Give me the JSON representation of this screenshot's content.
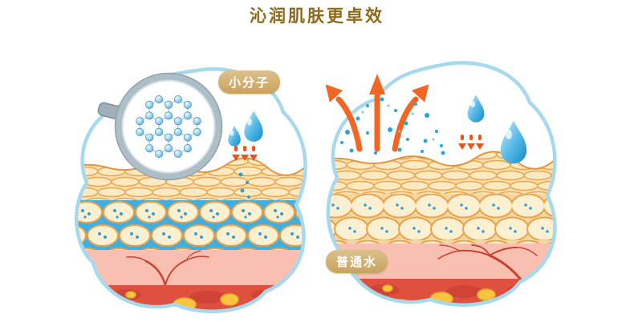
{
  "page": {
    "title": "沁润肌肤更卓效"
  },
  "panels": {
    "left": {
      "badge": "小分子",
      "features": [
        "magnifier-molecules-icon",
        "water-drop-icon",
        "absorption-arrows-icon"
      ]
    },
    "right": {
      "badge": "普通水",
      "features": [
        "evaporation-arrows-icon",
        "water-mist-dots",
        "water-drop-icon",
        "absorption-arrows-icon"
      ]
    }
  },
  "colors": {
    "title": "#8d6a1a",
    "badge_bg_top": "#dcc18e",
    "badge_bg_bottom": "#c7a25d",
    "badge_text": "#ffffff",
    "blob_outline": "#a6d9ee",
    "water_blue": "#29a4dc",
    "arrow_orange": "#f26522",
    "skin_tan": "#fbe0ae",
    "cell_outline": "#e8a24e",
    "dermis_pink": "#f9c0b2",
    "hypodermis_red": "#e0503f",
    "fat_yellow": "#f9c53f",
    "vessel_red": "#c8402e"
  }
}
